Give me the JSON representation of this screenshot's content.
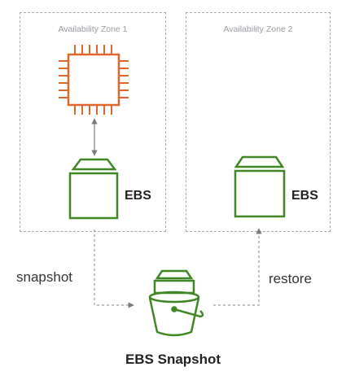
{
  "zones": [
    {
      "label": "Availability Zone 1"
    },
    {
      "label": "Availability Zone 2"
    }
  ],
  "volumes": [
    {
      "label": "EBS"
    },
    {
      "label": "EBS"
    }
  ],
  "edges": {
    "snapshot_label": "snapshot",
    "restore_label": "restore"
  },
  "snapshot": {
    "label": "EBS Snapshot"
  },
  "icons": {
    "ec2": "ec2-chip-icon",
    "ebs": "ebs-volume-icon",
    "snapshot": "ebs-snapshot-bucket-icon"
  },
  "colors": {
    "ec2_orange": "#e0662b",
    "ebs_green": "#3f8624",
    "zone_border": "#a8a8b0",
    "arrow": "#7a7a7a"
  }
}
